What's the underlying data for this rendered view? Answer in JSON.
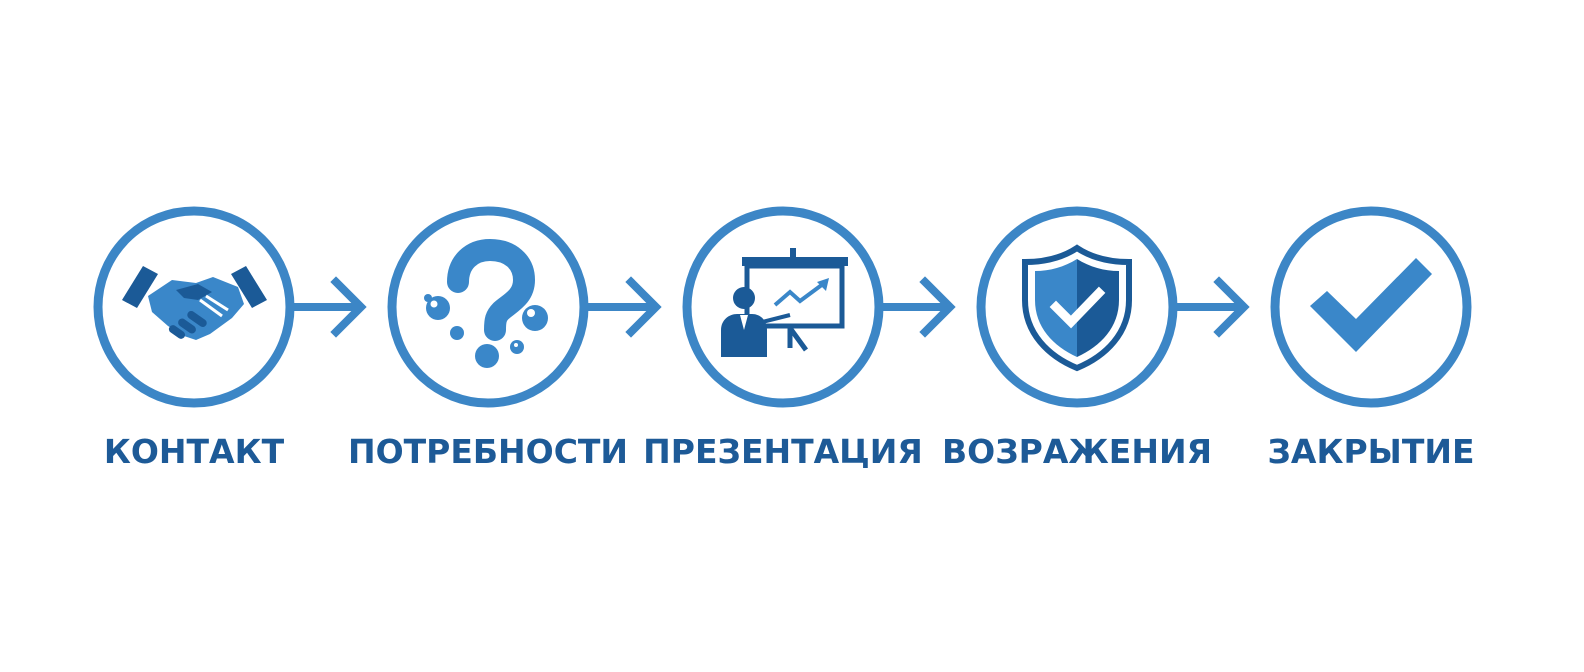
{
  "colors": {
    "ring": "#3c86c6",
    "icon_light": "#3a87c9",
    "icon_dark": "#1b5a97",
    "label": "#1d5a97",
    "background": "#ffffff"
  },
  "steps": [
    {
      "label": "КОНТАКТ",
      "icon": "handshake-icon"
    },
    {
      "label": "ПОТРЕБНОСТИ",
      "icon": "question-bubbles-icon"
    },
    {
      "label": "ПРЕЗЕНТАЦИЯ",
      "icon": "presenter-chart-icon"
    },
    {
      "label": "ВОЗРАЖЕНИЯ",
      "icon": "shield-check-icon"
    },
    {
      "label": "ЗАКРЫТИЕ",
      "icon": "checkmark-icon"
    }
  ]
}
